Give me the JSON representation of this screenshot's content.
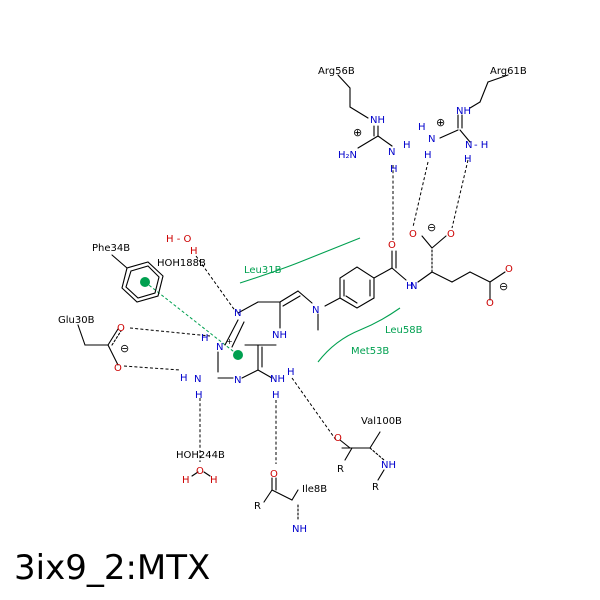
{
  "title": "3ix9_2:MTX",
  "residues": {
    "arg56": "Arg56B",
    "arg61": "Arg61B",
    "phe34": "Phe34B",
    "hoh188": "HOH188B",
    "glu30": "Glu30B",
    "hoh244": "HOH244B",
    "val100": "Val100B",
    "ile8": "Ile8B"
  },
  "hydrophobic": {
    "leu31": "Leu31B",
    "leu58": "Leu58B",
    "met53": "Met53B"
  },
  "atoms": {
    "N": "N",
    "NH": "NH",
    "NH2": "NH",
    "H": "H",
    "O": "O",
    "H2N": "H₂N",
    "HO": "H - O",
    "R": "R",
    "Nplus": "N",
    "Hdash": "- H"
  },
  "colors": {
    "nitrogen": "#0000cc",
    "oxygen": "#cc0000",
    "hydrophobic": "#00a050",
    "bond": "#000000"
  }
}
